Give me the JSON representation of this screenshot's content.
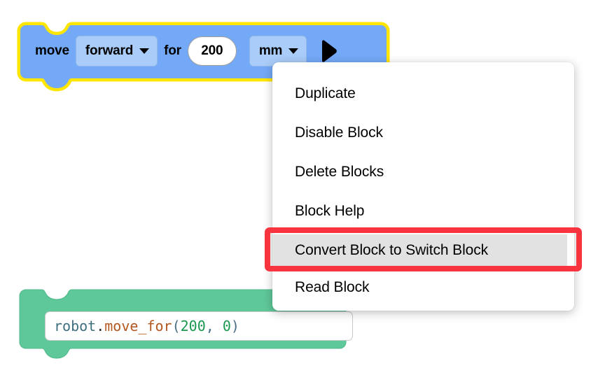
{
  "canvas": {
    "background_color": "#ffffff"
  },
  "move_block": {
    "name": "move-block",
    "fill_color": "#74a9f7",
    "selection_outline_color": "#ffe600",
    "label_move": "move",
    "direction_dropdown": {
      "value": "forward",
      "icon": "chevron-down-icon"
    },
    "label_for": "for",
    "distance_value": "200",
    "units_dropdown": {
      "value": "mm",
      "icon": "chevron-down-icon"
    },
    "run_button_icon": "play-icon"
  },
  "code_block": {
    "name": "code-block",
    "fill_color": "#5fc89a",
    "code_text": "robot.move_for(200, 0)",
    "tokens": [
      {
        "text": "robot",
        "kind": "object"
      },
      {
        "text": ".",
        "kind": "dot"
      },
      {
        "text": "move_for",
        "kind": "function"
      },
      {
        "text": "(",
        "kind": "paren"
      },
      {
        "text": "200",
        "kind": "number"
      },
      {
        "text": ",",
        "kind": "comma"
      },
      {
        "text": " ",
        "kind": "space"
      },
      {
        "text": "0",
        "kind": "number"
      },
      {
        "text": ")",
        "kind": "paren"
      }
    ]
  },
  "context_menu": {
    "name": "block-context-menu",
    "background_color": "#ffffff",
    "highlight_color": "#e2e2e2",
    "items": [
      {
        "label": "Duplicate",
        "highlighted": false
      },
      {
        "label": "Disable Block",
        "highlighted": false
      },
      {
        "label": "Delete Blocks",
        "highlighted": false
      },
      {
        "label": "Block Help",
        "highlighted": false
      },
      {
        "label": "Convert Block to Switch Block",
        "highlighted": true
      },
      {
        "label": "Read Block",
        "highlighted": false
      }
    ]
  },
  "annotation": {
    "name": "highlight-annotation",
    "color": "#f8353f",
    "target_label": "Convert Block to Switch Block"
  }
}
